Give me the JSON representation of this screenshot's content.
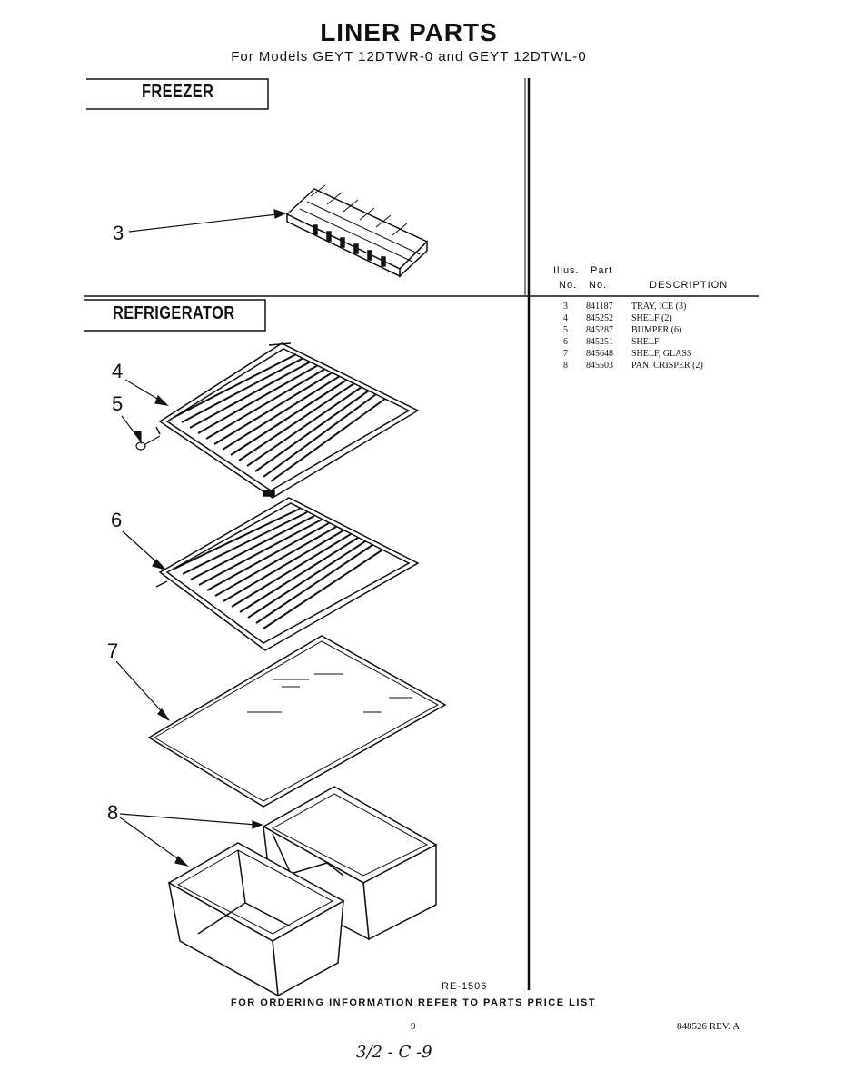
{
  "header": {
    "title": "LINER PARTS",
    "subtitle": "For Models GEYT 12DTWR-0 and GEYT 12DTWL-0"
  },
  "sections": {
    "freezer": "FREEZER",
    "refrigerator": "REFRIGERATOR"
  },
  "callouts": [
    "3",
    "4",
    "5",
    "6",
    "7",
    "8"
  ],
  "parts_table": {
    "header_top": {
      "illus": "Illus.",
      "part": "Part"
    },
    "header_bottom": {
      "no1": "No.",
      "no2": "No.",
      "description": "DESCRIPTION"
    },
    "rows": [
      {
        "illus": "3",
        "part": "841187",
        "description": "TRAY, ICE (3)"
      },
      {
        "illus": "4",
        "part": "845252",
        "description": "SHELF (2)"
      },
      {
        "illus": "5",
        "part": "845287",
        "description": "BUMPER (6)"
      },
      {
        "illus": "6",
        "part": "845251",
        "description": "SHELF"
      },
      {
        "illus": "7",
        "part": "845648",
        "description": "SHELF, GLASS"
      },
      {
        "illus": "8",
        "part": "845503",
        "description": "PAN, CRISPER (2)"
      }
    ]
  },
  "footer": {
    "ref_code": "RE-1506",
    "ordering_note": "FOR ORDERING INFORMATION REFER TO PARTS PRICE LIST",
    "page_number": "9",
    "document_number": "848526  REV. A",
    "handwritten_note": "3/2 - C -9"
  }
}
